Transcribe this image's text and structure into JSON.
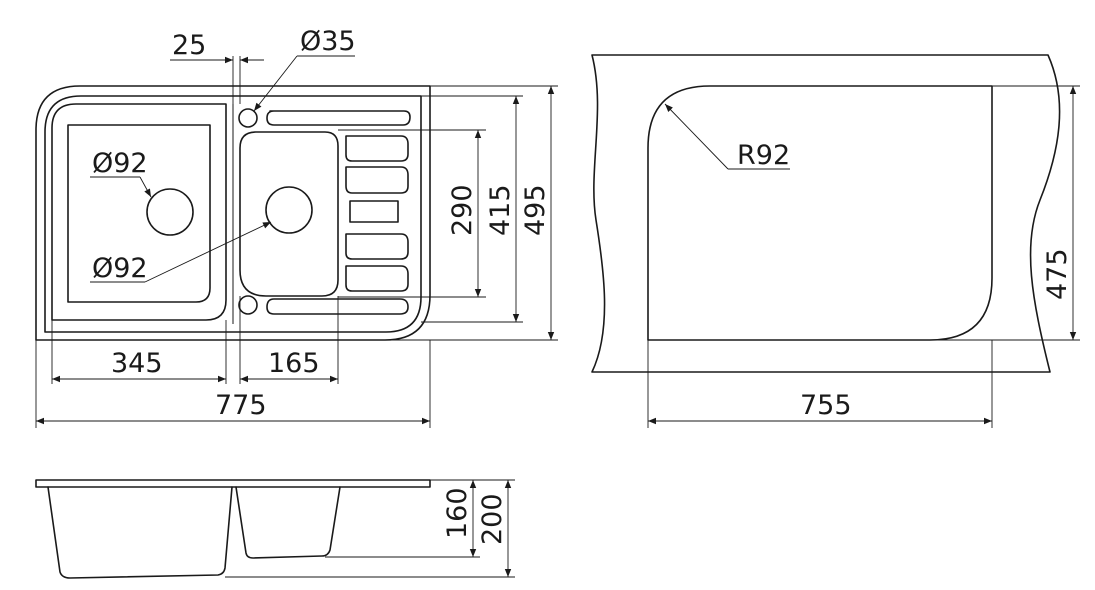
{
  "top_view": {
    "dim_overall_width": "775",
    "dim_main_bowl": "345",
    "dim_small_bowl": "165",
    "dim_depth_total": "495",
    "dim_depth_inner": "415",
    "dim_small_bowl_depth": "290",
    "dim_offset": "25",
    "dim_tap_hole": "Ø35",
    "dim_drain_1": "Ø92",
    "dim_drain_2": "Ø92"
  },
  "cutout_view": {
    "dim_radius": "R92",
    "dim_width": "755",
    "dim_depth": "475"
  },
  "side_view": {
    "dim_small_depth": "160",
    "dim_main_depth": "200"
  }
}
